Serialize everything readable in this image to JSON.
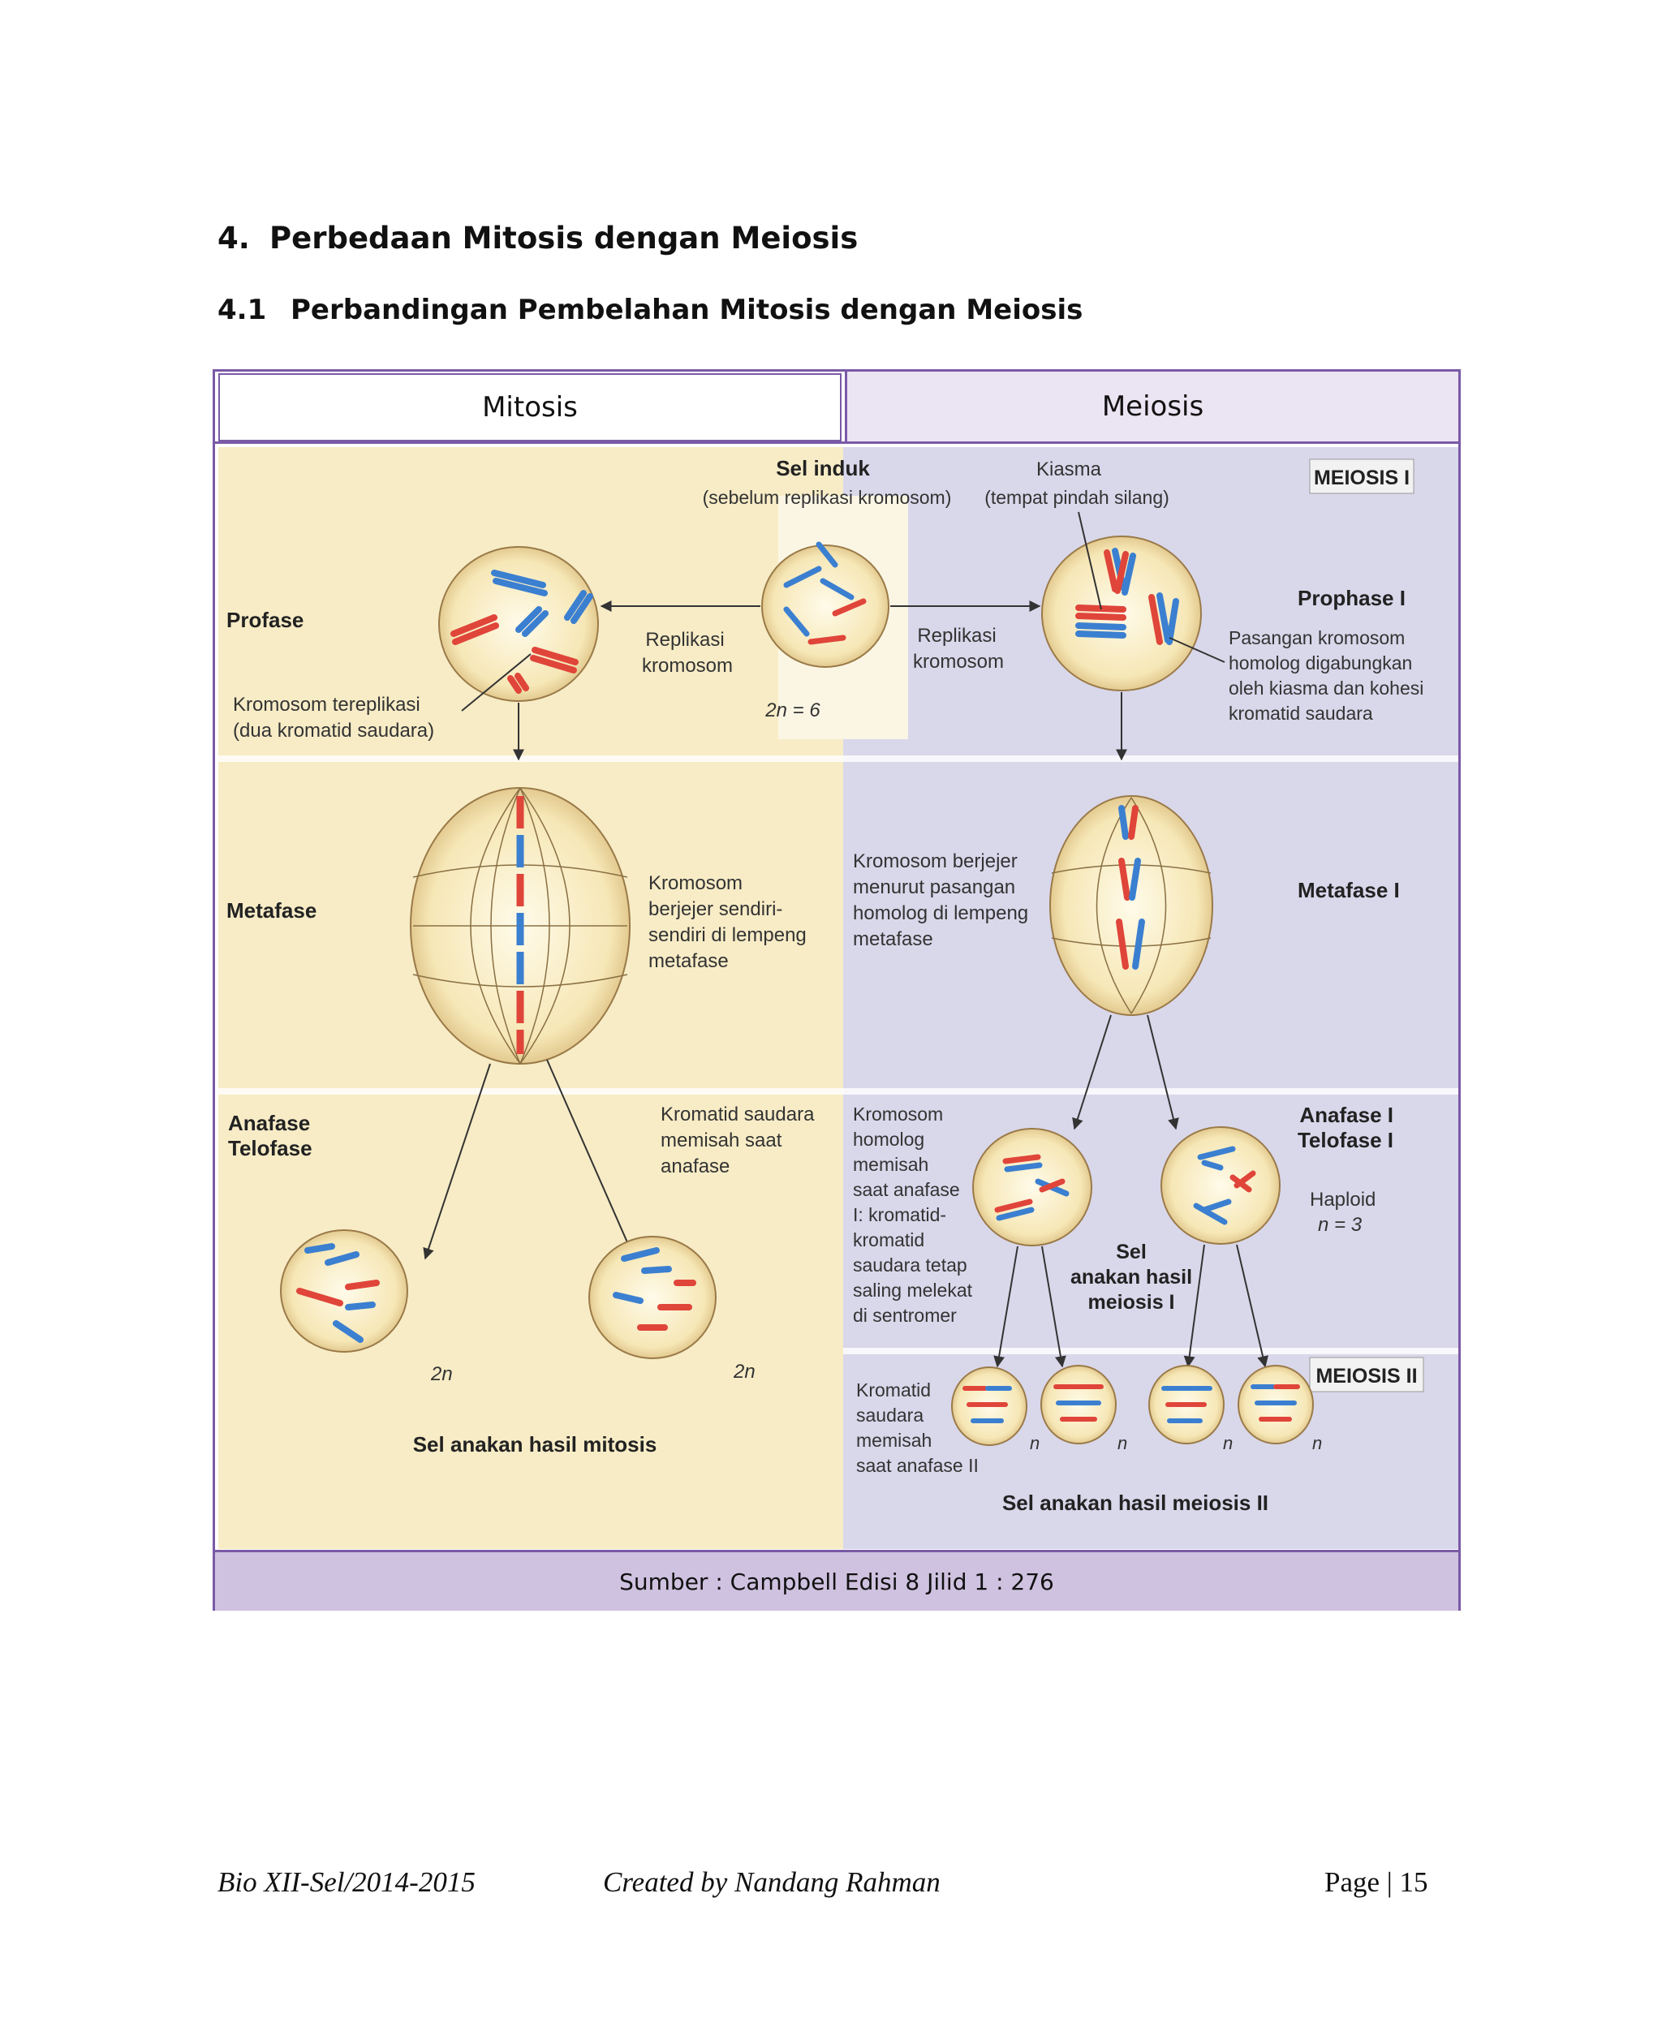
{
  "heading1": {
    "number": "4.",
    "text": "Perbedaan Mitosis dengan Meiosis"
  },
  "heading2": {
    "number": "4.1",
    "text": "Perbandingan Pembelahan Mitosis dengan Meiosis"
  },
  "table": {
    "col_left": "Mitosis",
    "col_right": "Meiosis",
    "source": "Sumber : Campbell Edisi 8 Jilid 1 : 276"
  },
  "figure": {
    "parent_title": "Sel induk",
    "parent_sub": "(sebelum replikasi kromosom)",
    "chiasma": "Kiasma",
    "chiasma_sub": "(tempat pindah silang)",
    "meiosis1_badge": "MEIOSIS I",
    "meiosis2_badge": "MEIOSIS II",
    "profase": "Profase",
    "prophase1": "Prophase I",
    "metafase": "Metafase",
    "metafase1": "Metafase I",
    "anafase": "Anafase",
    "telofase": "Telofase",
    "anafase1": "Anafase I",
    "telofase1": "Telofase I",
    "replikasi_l1": "Replikasi",
    "replikasi_l2": "kromosom",
    "twon6": "2n = 6",
    "kromosom_terep_l1": "Kromosom tereplikasi",
    "kromosom_terep_l2": "(dua kromatid saudara)",
    "pasangan_l1": "Pasangan kromosom",
    "pasangan_l2": "homolog digabungkan",
    "pasangan_l3": "oleh kiasma dan kohesi",
    "pasangan_l4": "kromatid saudara",
    "mit_meta_l1": "Kromosom",
    "mit_meta_l2": "berjejer sendiri-",
    "mit_meta_l3": "sendiri di lempeng",
    "mit_meta_l4": "metafase",
    "mei_meta_l1": "Kromosom berjejer",
    "mei_meta_l2": "menurut pasangan",
    "mei_meta_l3": "homolog di lempeng",
    "mei_meta_l4": "metafase",
    "kromatid_sep_l1": "Kromatid saudara",
    "kromatid_sep_l2": "memisah saat",
    "kromatid_sep_l3": "anafase",
    "homolog_sep": [
      "Kromosom",
      "homolog",
      "memisah",
      "saat anafase",
      "I: kromatid-",
      "kromatid",
      "saudara tetap",
      "saling melekat",
      "di sentromer"
    ],
    "haploid": "Haploid",
    "n3": "n = 3",
    "sel_anakan_m1_l1": "Sel",
    "sel_anakan_m1_l2": "anakan hasil",
    "sel_anakan_m1_l3": "meiosis I",
    "label_2n": "2n",
    "label_n": "n",
    "sel_anakan_mitosis": "Sel anakan hasil mitosis",
    "kromatid_m2": [
      "Kromatid",
      "saudara",
      "memisah",
      "saat anafase II"
    ],
    "sel_anakan_m2": "Sel anakan hasil meiosis II"
  },
  "footer": {
    "left": "Bio XII-Sel/2014-2015",
    "center": "Created by Nandang Rahman",
    "page": "Page | 15"
  },
  "colors": {
    "border": "#7a5aa6",
    "mitosis_bg": "#f7ecc6",
    "meiosis_bg": "#d9d7ea",
    "chrom_red": "#e0453a",
    "chrom_blue": "#3b7fd0"
  }
}
